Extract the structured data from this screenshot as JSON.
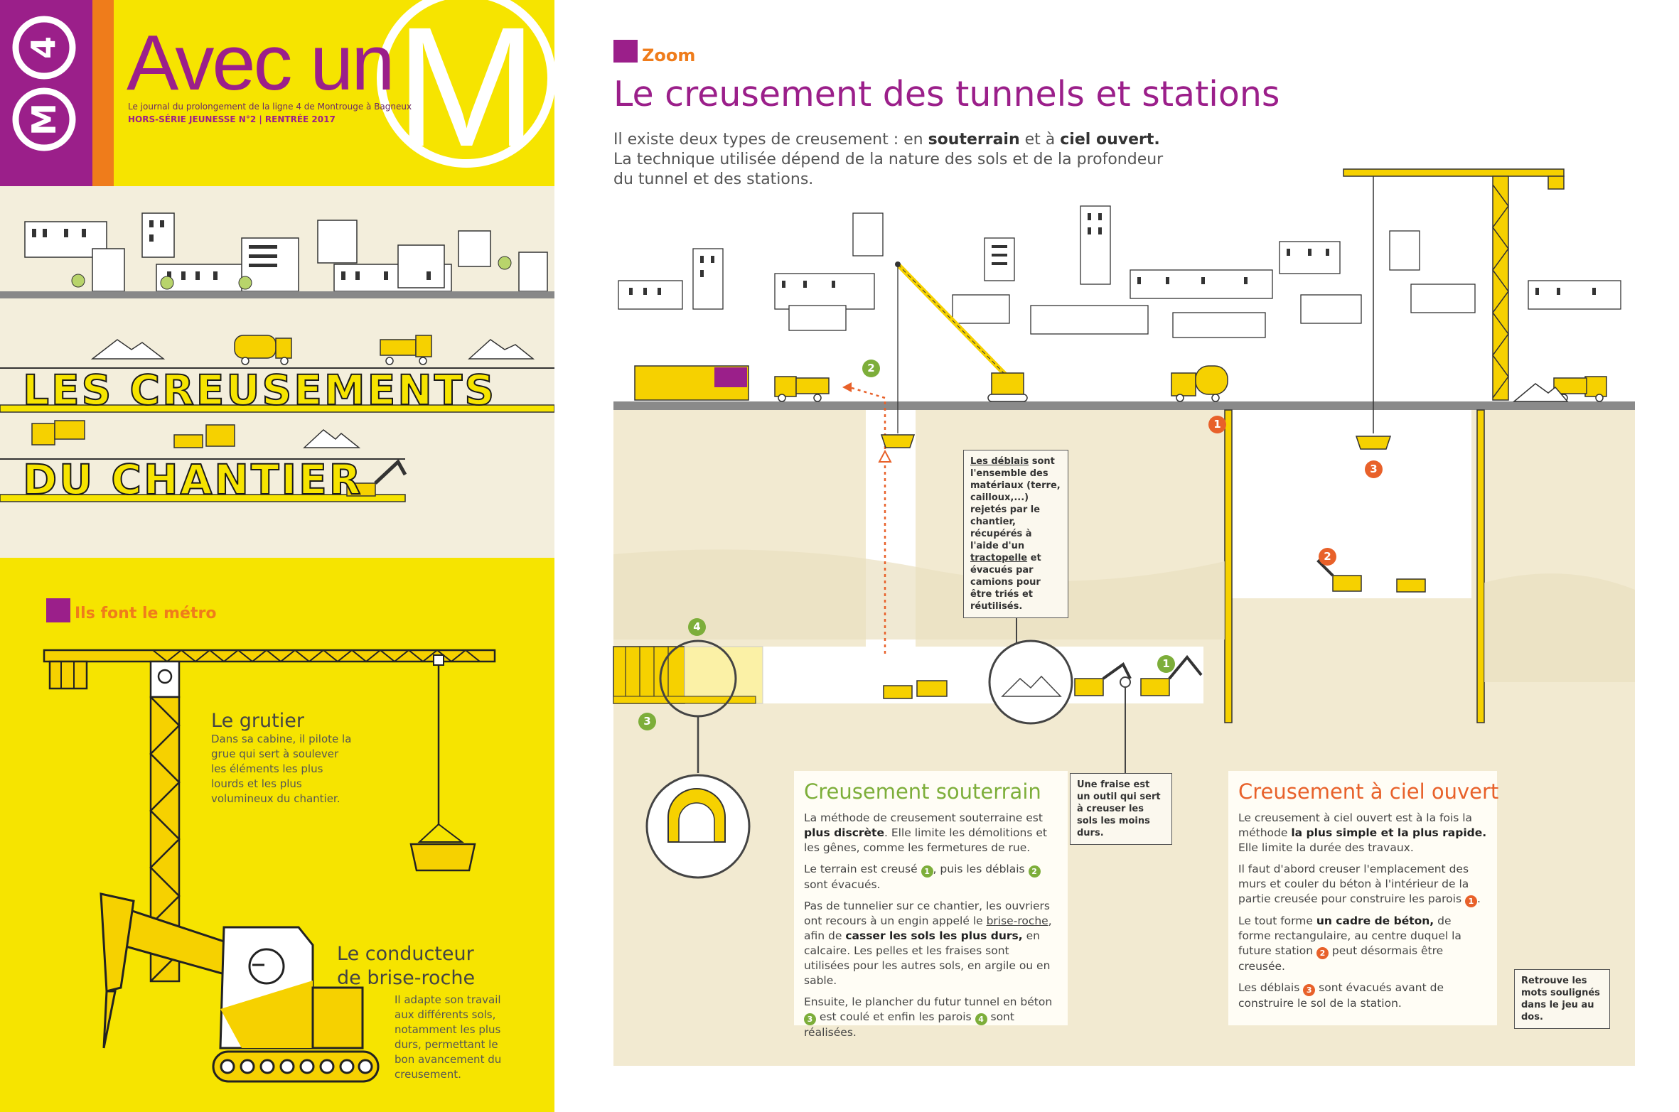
{
  "masthead": {
    "badge": "M 4",
    "title": "Avec un",
    "big_letter": "M",
    "subtitle": "Le journal du prolongement de la ligne 4 de Montrouge à Bagneux",
    "edition": "HORS-SÉRIE JEUNESSE N°2 | RENTRÉE 2017"
  },
  "cover": {
    "line1": "LES CREUSEMENTS",
    "line2": "DU CHANTIER"
  },
  "ils_font": {
    "label": "Ils font le métro",
    "grutier": {
      "title": "Le grutier",
      "text": "Dans sa cabine, il pilote la grue qui sert à soulever les éléments les plus lourds et les plus volumineux du chantier."
    },
    "conducteur": {
      "title_line1": "Le conducteur",
      "title_line2": "de brise-roche",
      "text": "Il adapte son travail aux différents sols, notamment les plus durs, permettant le bon avancement du creusement."
    }
  },
  "zoom": {
    "kicker": "Zoom",
    "title": "Le creusement des tunnels et stations",
    "intro_part1": "Il existe deux types de creusement : en ",
    "intro_bold1": "souterrain",
    "intro_part2": " et à ",
    "intro_bold2": "ciel ouvert.",
    "intro_line2": "La technique utilisée dépend de la nature des sols et de la profondeur du tunnel et des stations."
  },
  "notes": {
    "deblais_term": "Les déblais",
    "deblais_text1": " sont l'ensemble des matériaux (terre, cailloux,...) rejetés par le chantier, récupérés à l'aide d'un ",
    "deblais_term2": "tractopelle",
    "deblais_text2": " et évacués par camions pour être triés et réutilisés.",
    "fraise": "Une fraise est un outil qui sert à creuser les sols les moins durs.",
    "retrouve": "Retrouve les mots soulignés dans le jeu au dos."
  },
  "panel_souterrain": {
    "title": "Creusement souterrain",
    "p1a": "La méthode de creusement souterraine est ",
    "p1b": "plus discrète",
    "p1c": ". Elle limite les démolitions et les gênes, comme les fermetures de rue.",
    "p2a": "Le terrain est creusé ",
    "p2b": ", puis les déblais ",
    "p2c": " sont évacués.",
    "p3a": "Pas de tunnelier sur ce chantier, les ouvriers ont recours à un engin appelé le ",
    "p3term": "brise-roche",
    "p3b": ", afin de ",
    "p3bold": "casser les sols les plus durs,",
    "p3c": " en calcaire. Les pelles et les fraises sont utilisées pour les autres sols, en argile ou en sable.",
    "p4a": "Ensuite, le plancher du futur tunnel en béton ",
    "p4b": " est coulé et enfin les parois ",
    "p4c": " sont réalisées."
  },
  "panel_ciel": {
    "title": "Creusement à ciel ouvert",
    "p1a": "Le creusement à ciel ouvert est à la fois la méthode ",
    "p1b": "la plus simple et la plus rapide.",
    "p1c": " Elle limite la durée des travaux.",
    "p2a": "Il faut d'abord creuser l'emplacement des murs et couler du béton à l'intérieur de la partie creusée pour construire les parois ",
    "p2b": ".",
    "p3a": "Le tout forme ",
    "p3b": "un cadre de béton,",
    "p3c": " de forme rectangulaire, au centre duquel la future station ",
    "p3d": " peut désormais être creusée.",
    "p4a": "Les déblais ",
    "p4b": " sont évacués avant de construire le sol de la station."
  },
  "markers": {
    "one": "1",
    "two": "2",
    "three": "3",
    "four": "4"
  },
  "colors": {
    "purple": "#9b1f8a",
    "yellow": "#f6e400",
    "orange": "#ef7c1b",
    "green": "#7dae3a",
    "red_orange": "#e8612a",
    "beige": "#f2ead1"
  }
}
